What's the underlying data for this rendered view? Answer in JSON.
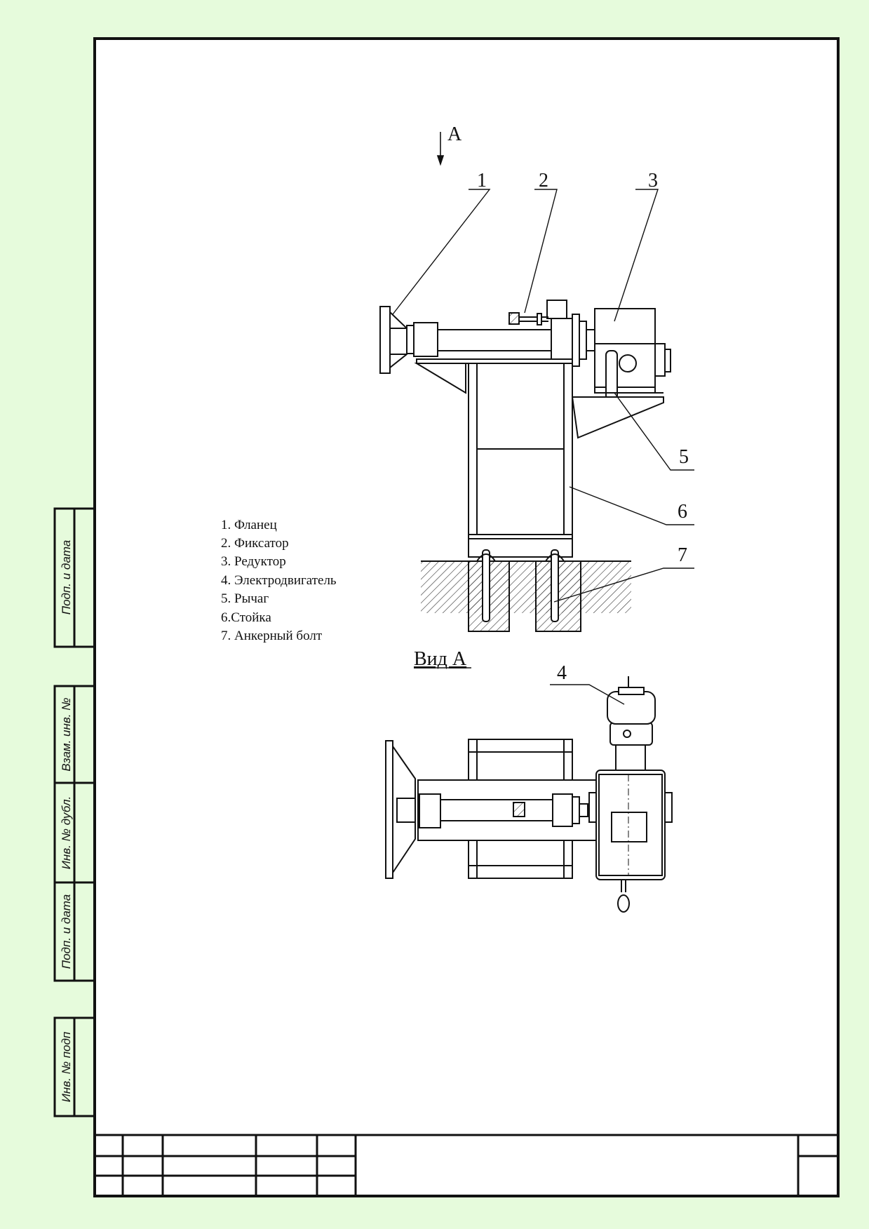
{
  "drawing": {
    "view_arrow_label": "А",
    "view_caption": "Вид А",
    "callouts": [
      "1",
      "2",
      "3",
      "5",
      "6",
      "7",
      "4"
    ],
    "legend": [
      "1. Фланец",
      "2. Фиксатор",
      "3. Редуктор",
      "4. Электродвигатель",
      "5. Рычаг",
      "6.Стойка",
      "7. Анкерный болт"
    ]
  },
  "side_stamps": [
    "Подп. и дата",
    "Взам. инв. №",
    "Инв. № дубл.",
    "Подп. и дата",
    "Инв. № подп"
  ],
  "colors": {
    "background": "#e6fbdc",
    "sheet": "#ffffff",
    "ink": "#111111"
  }
}
